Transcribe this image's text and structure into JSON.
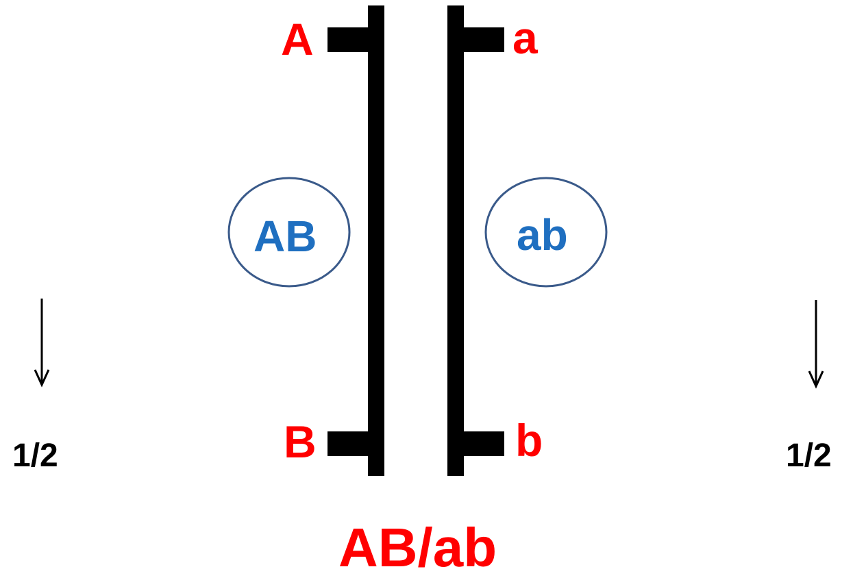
{
  "alleles": {
    "left_top": "A",
    "left_bottom": "B",
    "right_top": "a",
    "right_bottom": "b"
  },
  "gametes": {
    "left": "AB",
    "right": "ab"
  },
  "probabilities": {
    "left": "1/2",
    "right": "1/2"
  },
  "genotype": "AB/ab",
  "colors": {
    "allele_text": "#ff0000",
    "gamete_text": "#1f6fc0",
    "gamete_circle": "#3a5a8a",
    "chromosome": "#000000"
  }
}
